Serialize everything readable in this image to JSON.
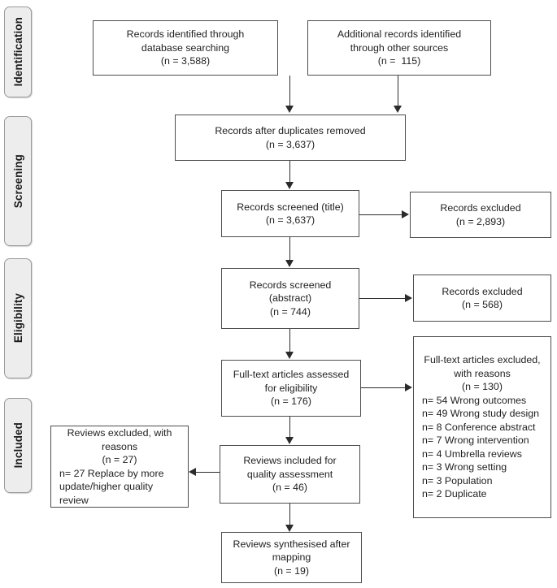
{
  "diagram": {
    "title": "PRISMA study selection flow diagram",
    "type": "flowchart",
    "colors": {
      "box_border": "#4d4d4d",
      "connector": "#2b2b2b",
      "stage_fill": "#ededed",
      "stage_border": "#9a9a9a",
      "text": "#1f1f1f",
      "background": "#ffffff"
    }
  },
  "stages": [
    {
      "id": "identification",
      "label": "Identification"
    },
    {
      "id": "screening",
      "label": "Screening"
    },
    {
      "id": "eligibility",
      "label": "Eligibility"
    },
    {
      "id": "included",
      "label": "Included"
    }
  ],
  "boxes": {
    "database_records": {
      "line1": "Records identified through",
      "line2": "database searching",
      "line3": "(n = 3,588)",
      "count": 3588
    },
    "other_sources_records": {
      "line1": "Additional records identified",
      "line2": "through other sources",
      "line3": "(n =  115)",
      "count": 115
    },
    "duplicates_removed": {
      "line1": "Records after duplicates removed",
      "line2": "(n = 3,637)",
      "count": 3637
    },
    "screened_title": {
      "line1": "Records screened (title)",
      "line2": "(n = 3,637)",
      "count": 3637
    },
    "excluded_title": {
      "line1": "Records excluded",
      "line2": "(n = 2,893)",
      "count": 2893
    },
    "screened_abstract": {
      "line1": "Records screened",
      "line2": "(abstract)",
      "line3": "(n = 744)",
      "count": 744
    },
    "excluded_abstract": {
      "line1": "Records excluded",
      "line2": "(n = 568)",
      "count": 568
    },
    "fulltext_assessed": {
      "line1": "Full-text articles assessed",
      "line2": "for eligibility",
      "line3": "(n = 176)",
      "count": 176
    },
    "fulltext_excluded": {
      "line1": "Full-text articles excluded,",
      "line2": "with reasons",
      "line3": "(n = 130)",
      "count": 130,
      "reasons": [
        "n= 54 Wrong outcomes",
        "n= 49 Wrong study design",
        "n= 8 Conference abstract",
        "n= 7 Wrong intervention",
        "n= 4 Umbrella reviews",
        "n= 3 Wrong setting",
        "n= 3 Population",
        "n= 2 Duplicate"
      ]
    },
    "reviews_included": {
      "line1": "Reviews included for",
      "line2": "quality assessment",
      "line3": "(n = 46)",
      "count": 46
    },
    "reviews_excluded": {
      "line1": "Reviews excluded, with",
      "line2": "reasons",
      "line3": "(n = 27)",
      "count": 27,
      "reasons": [
        "n= 27 Replace by more",
        "update/higher quality",
        "review"
      ]
    },
    "reviews_synthesised": {
      "line1": "Reviews synthesised after",
      "line2": "mapping",
      "line3": "(n = 19)",
      "count": 19
    }
  }
}
